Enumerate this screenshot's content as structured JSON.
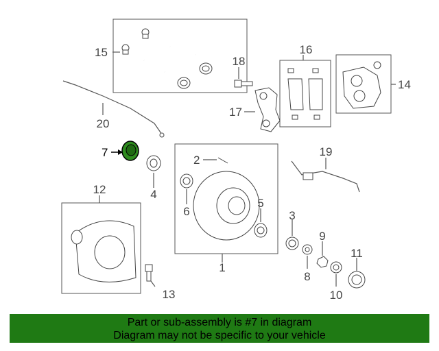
{
  "diagram": {
    "callouts": [
      "1",
      "2",
      "3",
      "4",
      "5",
      "6",
      "7",
      "8",
      "9",
      "10",
      "11",
      "12",
      "13",
      "14",
      "15",
      "16",
      "17",
      "18",
      "19",
      "20"
    ],
    "highlighted_callout": "7",
    "highlight_color": "#2e8b1e"
  },
  "footer": {
    "line1": "Part or sub-assembly is #7 in diagram",
    "line2": "Diagram may not be specific to your vehicle",
    "background": "#1f7a14"
  }
}
